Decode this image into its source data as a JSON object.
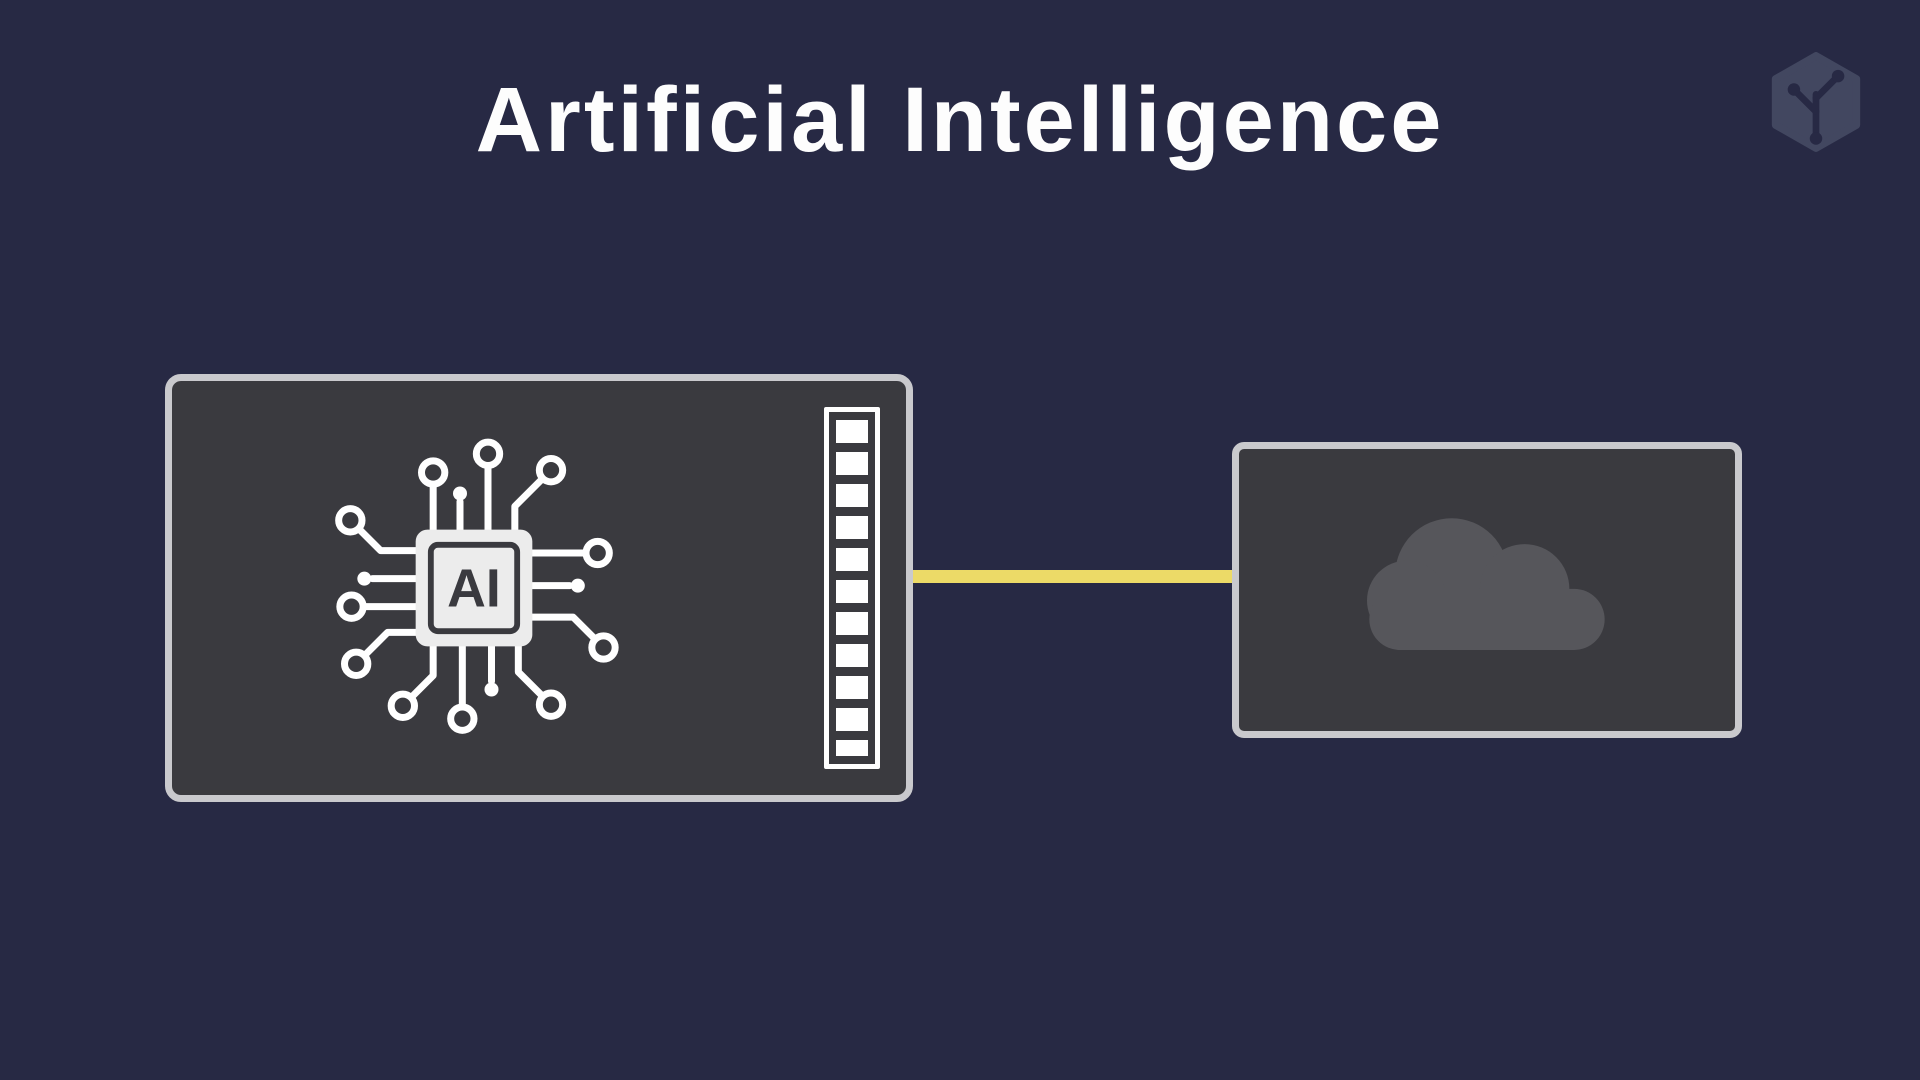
{
  "title": "Artificial Intelligence",
  "diagram": {
    "chip_label": "AI",
    "left_panel": "ai-processor-machine",
    "right_panel": "cloud-service",
    "connection": "yellow-link-line"
  },
  "icons": {
    "logo": "brand-logo-icon",
    "chip": "ai-chip-icon",
    "port": "port-strip-icon",
    "cloud": "cloud-icon"
  },
  "colors": {
    "background": "#272944",
    "panel_fill": "#3a3a3f",
    "panel_border": "#c9c9cd",
    "connector": "#ecda67",
    "cloud": "#56565b",
    "white": "#fdfdfd",
    "logo": "#454a63"
  }
}
